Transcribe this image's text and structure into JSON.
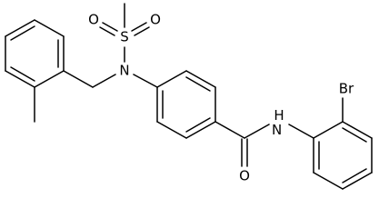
{
  "diagram": {
    "atoms": {
      "s": "S",
      "o_top": "O",
      "o_left": "O",
      "n_sulfonamide": "N",
      "nh_amide": "N\nH",
      "o_carbonyl": "O",
      "br": "Br"
    }
  }
}
